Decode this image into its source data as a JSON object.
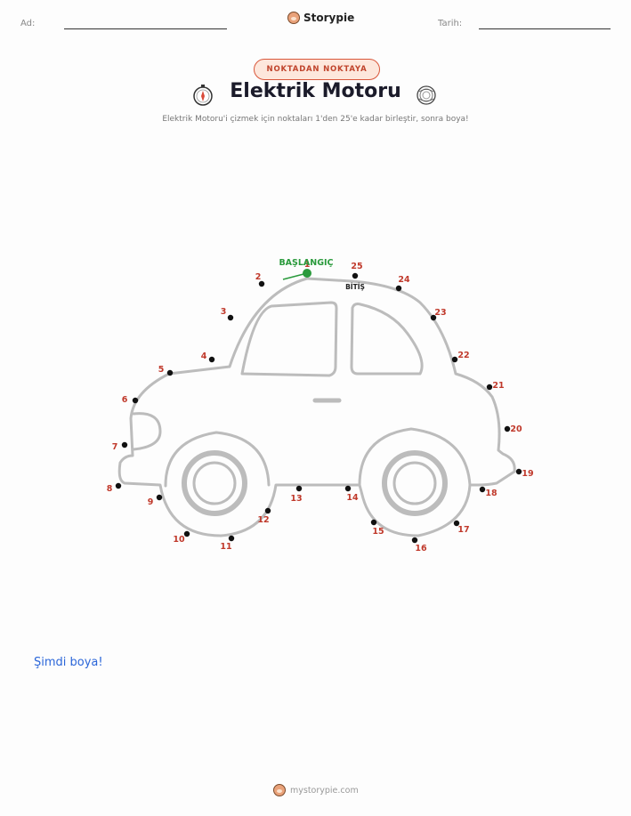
{
  "header": {
    "name_label": "Ad:",
    "date_label": "Tarih:",
    "brand": "Storypie"
  },
  "badge": "NOKTADAN NOKTAYA",
  "title": "Elektrik Motoru",
  "subtitle": "Elektrik Motoru'i çizmek için noktaları 1'den 25'e kadar birleştir, sonra boya!",
  "puzzle": {
    "start_label": "BAŞLANGIÇ",
    "end_label": "BİTİŞ",
    "dot_numbers": [
      "1",
      "2",
      "3",
      "4",
      "5",
      "6",
      "7",
      "8",
      "9",
      "10",
      "11",
      "12",
      "13",
      "14",
      "15",
      "16",
      "17",
      "18",
      "19",
      "20",
      "21",
      "22",
      "23",
      "24",
      "25"
    ]
  },
  "paint_prompt": "Şimdi boya!",
  "footer": "mystorypie.com",
  "colors": {
    "number": "#c0392b",
    "start": "#2a9a3c",
    "badge_border": "#d9573b",
    "paint_prompt": "#2b66d9",
    "outline": "#bcbcbc"
  }
}
